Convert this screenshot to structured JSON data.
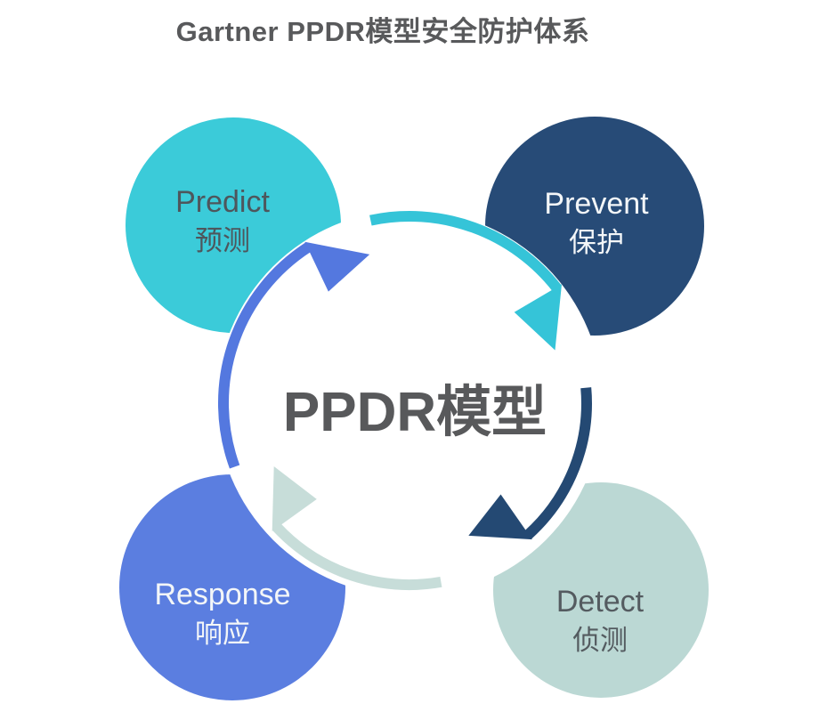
{
  "title": "Gartner PPDR模型安全防护体系",
  "title_color": "#58595B",
  "background": "#FFFFFF",
  "center": {
    "label": "PPDR模型",
    "color": "#58595B"
  },
  "stages": {
    "predict": {
      "en": "Predict",
      "zh": "预测",
      "color": "#3BCBD9",
      "text_color": "#4E565C"
    },
    "prevent": {
      "en": "Prevent",
      "zh": "保护",
      "color": "#274B77",
      "text_color": "#F3F6F8"
    },
    "response": {
      "en": "Response",
      "zh": "响应",
      "color": "#5B7EE0",
      "text_color": "#F3F6F8"
    },
    "detect": {
      "en": "Detect",
      "zh": "侦测",
      "color": "#BBD8D4",
      "text_color": "#545B60"
    }
  },
  "arrows": {
    "predict_to_prevent": {
      "color": "#35C4D8"
    },
    "prevent_to_detect": {
      "color": "#244973"
    },
    "detect_to_response": {
      "color": "#C7DDD9"
    },
    "response_to_predict": {
      "color": "#5478DF"
    }
  }
}
